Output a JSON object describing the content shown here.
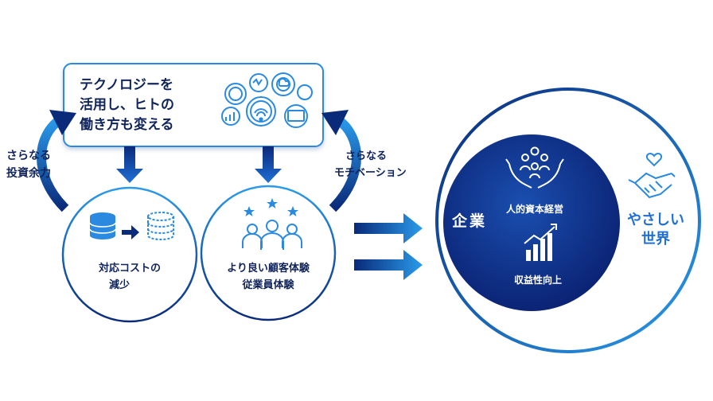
{
  "tech_box": {
    "lines": [
      "テクノロジーを",
      "活用し、ヒトの",
      "働き方も変える"
    ]
  },
  "left_loop": {
    "lines": [
      "さらなる",
      "投資余力"
    ]
  },
  "right_loop": {
    "lines": [
      "さらなる",
      "モチベーション"
    ]
  },
  "cost_circle": {
    "lines": [
      "対応コストの",
      "減少"
    ]
  },
  "experience_circle": {
    "lines": [
      "より良い顧客体験",
      "従業員体験"
    ]
  },
  "company": {
    "label": "企業",
    "item1": "人的資本経営",
    "item2": "収益性向上"
  },
  "world": {
    "lines": [
      "やさしい",
      "世界"
    ]
  },
  "colors": {
    "navy": "#0a2a7a",
    "blue": "#1f6fd6",
    "light_blue": "#2a9bea",
    "ink": "#10245c"
  },
  "icons": [
    "gears-tech-icon",
    "refresh-loop-arrow-icon",
    "down-arrow-icon",
    "database-icon",
    "database-dashed-icon",
    "right-arrow-icon",
    "people-stars-icon",
    "double-right-arrow-icon",
    "hands-people-icon",
    "bar-chart-growth-icon",
    "handshake-heart-icon"
  ]
}
